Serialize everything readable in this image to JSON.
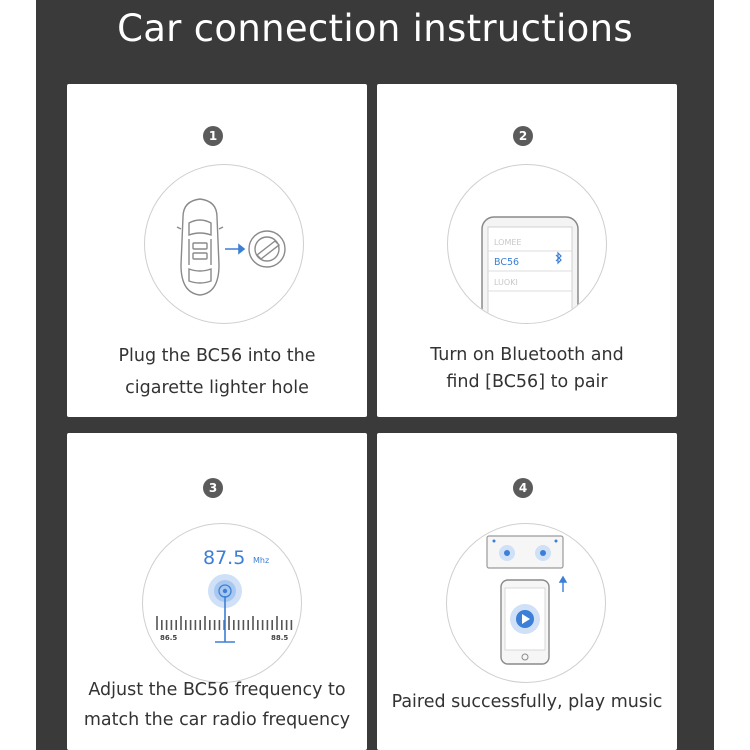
{
  "title": "Car connection instructions",
  "steps": [
    {
      "number": "1",
      "caption_line1": "Plug the BC56 into the",
      "caption_line2": "cigarette lighter hole"
    },
    {
      "number": "2",
      "caption_line1": "Turn on Bluetooth and",
      "caption_line2": "find [BC56] to pair",
      "device_list": [
        "LOMEE",
        "BC56",
        "LUOKI"
      ]
    },
    {
      "number": "3",
      "caption_line1": "Adjust the BC56 frequency to",
      "caption_line2": "match the car radio frequency",
      "frequency": "87.5",
      "frequency_unit": "Mhz",
      "dial_min": "86.5",
      "dial_max": "88.5"
    },
    {
      "number": "4",
      "caption_line1": "Paired successfully, play music",
      "caption_line2": ""
    }
  ],
  "colors": {
    "background": "#3a3a3a",
    "card": "#ffffff",
    "accent": "#3b7fd6",
    "badge": "#5b5b5b"
  },
  "icons": [
    "car-icon",
    "arrow-right-icon",
    "cigarette-lighter-icon",
    "phone-icon",
    "bluetooth-icon",
    "radio-dial-icon",
    "signal-icon",
    "speaker-icon",
    "arrow-up-icon",
    "play-icon"
  ]
}
